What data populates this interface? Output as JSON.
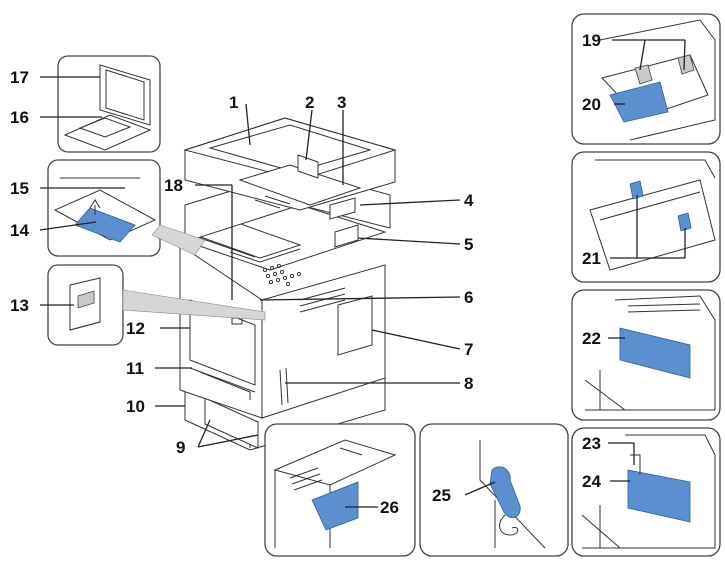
{
  "callouts": {
    "c1": "1",
    "c2": "2",
    "c3": "3",
    "c4": "4",
    "c5": "5",
    "c6": "6",
    "c7": "7",
    "c8": "8",
    "c9": "9",
    "c10": "10",
    "c11": "11",
    "c12": "12",
    "c13": "13",
    "c14": "14",
    "c15": "15",
    "c16": "16",
    "c17": "17",
    "c18": "18",
    "c19": "19",
    "c20": "20",
    "c21": "21",
    "c22": "22",
    "c23": "23",
    "c24": "24",
    "c25": "25",
    "c26": "26"
  },
  "colors": {
    "highlight": "#5c8fcf",
    "outline": "#333333",
    "shade": "#c9c9c9"
  }
}
